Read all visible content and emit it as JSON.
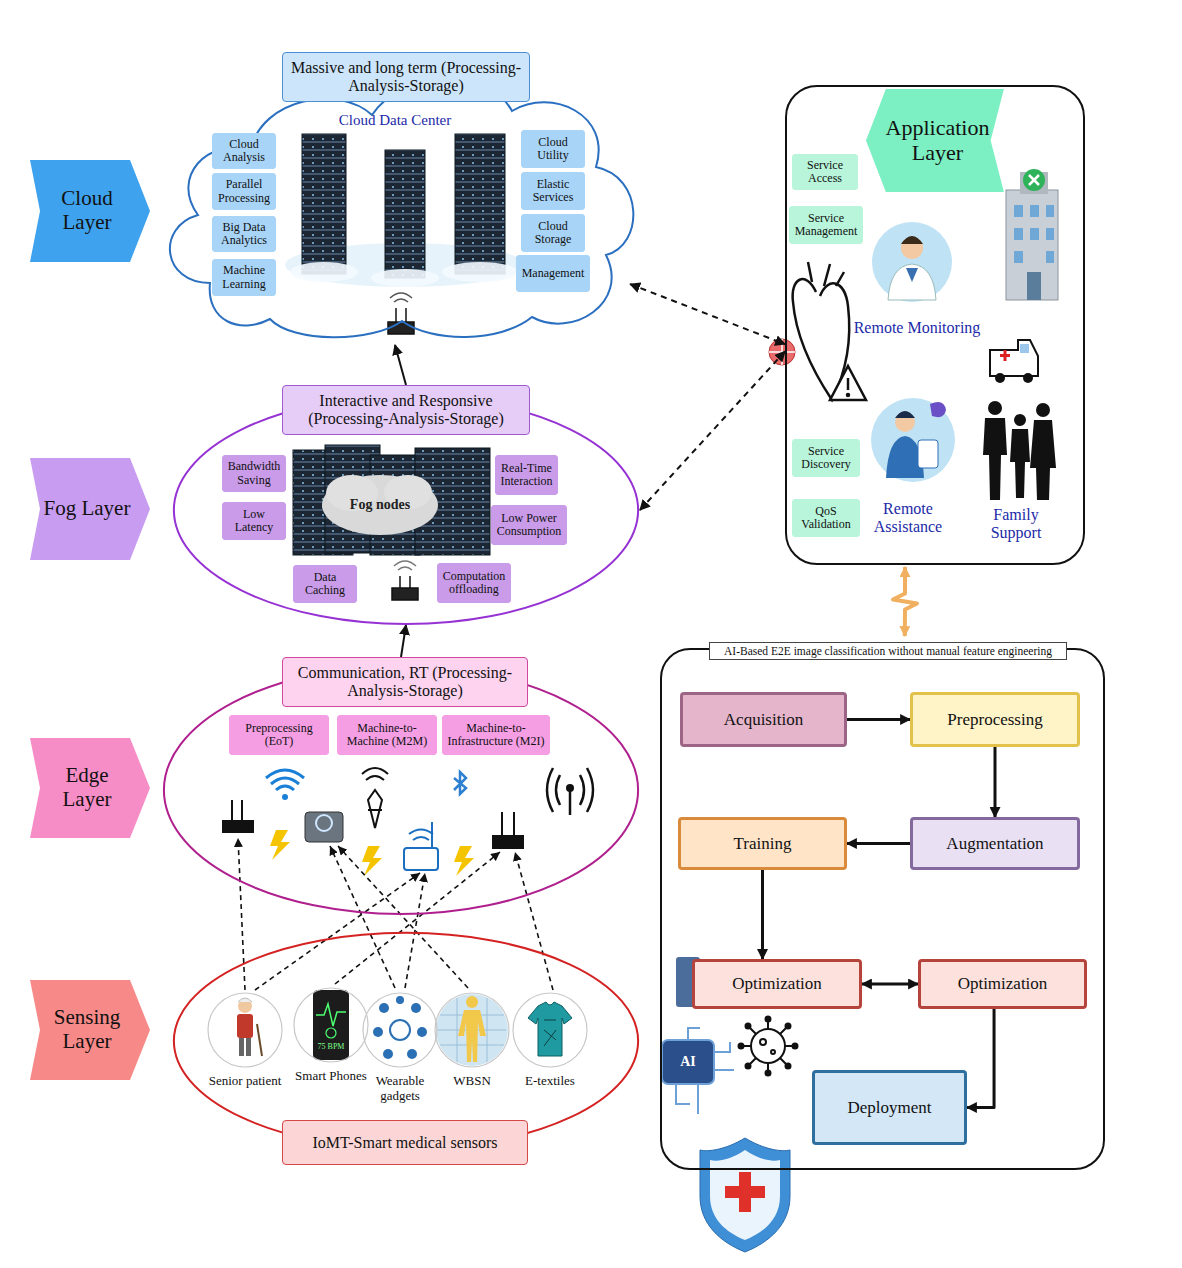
{
  "diagram": {
    "nodes": [
      {
        "text": [
          "Cloud Layer"
        ]
      },
      {
        "text": []
      },
      {
        "text": [
          "Massive and long term (Processing-Analysis-Storage)"
        ],
        "in": 1
      },
      {
        "text": [
          "Cloud Analysis"
        ],
        "in": 1
      },
      {
        "text": [
          "Parallel Processing"
        ],
        "in": 1
      },
      {
        "text": [
          "Big Data Analytics"
        ],
        "in": 1
      },
      {
        "text": [
          "Machine Learning"
        ],
        "in": 1
      },
      {
        "text": [
          "Cloud Utility"
        ],
        "in": 1
      },
      {
        "text": [
          "Elastic Services"
        ],
        "in": 1
      },
      {
        "text": [
          "Cloud Storage"
        ],
        "in": 1
      },
      {
        "text": [
          "Management"
        ],
        "in": 1
      },
      {
        "text": [
          "Fog Layer"
        ]
      },
      {
        "text": []
      },
      {
        "text": [
          "Interactive and Responsive (Processing-Analysis-Storage)"
        ],
        "in": 12
      },
      {
        "text": [
          "Bandwidth Saving"
        ],
        "in": 12
      },
      {
        "text": [
          "Real-Time Interaction"
        ],
        "in": 12
      },
      {
        "text": [
          "Low Latency"
        ],
        "in": 12
      },
      {
        "text": [
          "Low Power Consumption"
        ],
        "in": 12
      },
      {
        "text": [
          "Data Caching"
        ],
        "in": 12
      },
      {
        "text": [
          "Computation offloading"
        ],
        "in": 12
      },
      {
        "text": [
          "Edge Layer"
        ]
      },
      {
        "text": []
      },
      {
        "text": [
          "Communication, RT (Processing-Analysis-Storage)"
        ],
        "in": 21
      },
      {
        "text": [
          "Preprocessing (EoT)"
        ],
        "in": 21
      },
      {
        "text": [
          "Machine-to-Machine (M2M)"
        ],
        "in": 21
      },
      {
        "text": [
          "Machine-to-Infrastructure (M2I)"
        ],
        "in": 21
      },
      {
        "text": [
          "Sensing Layer"
        ]
      },
      {
        "text": []
      },
      {
        "text": [
          "Senior patient"
        ],
        "in": 27
      },
      {
        "text": [
          "Smart Phones"
        ],
        "in": 27
      },
      {
        "text": [
          "Wearable gadgets"
        ],
        "in": 27
      },
      {
        "text": [
          "WBSN"
        ],
        "in": 27
      },
      {
        "text": [
          "E-textiles"
        ],
        "in": 27
      },
      {
        "text": [
          "IoMT-Smart medical sensors"
        ],
        "in": 27
      },
      {
        "text": []
      },
      {
        "text": [
          "Application Layer"
        ],
        "in": 34
      },
      {
        "text": [
          "Service Access"
        ],
        "in": 34
      },
      {
        "text": [
          "Service Management"
        ],
        "in": 34
      },
      {
        "text": [
          "Service Discovery"
        ],
        "in": 34
      },
      {
        "text": [
          "QoS Validation"
        ],
        "in": 34
      },
      {
        "text": []
      },
      {
        "text": [
          "AI-Based E2E image classification without manual feature engineering"
        ],
        "in": 40
      },
      {
        "text": [
          "Acquisition"
        ],
        "in": 40
      },
      {
        "text": [
          "Preprocessing"
        ],
        "in": 40
      },
      {
        "text": [
          "Augmentation"
        ],
        "in": 40
      },
      {
        "text": [
          "Training"
        ],
        "in": 40
      },
      {
        "text": [
          "Optimization"
        ],
        "in": 40
      },
      {
        "text": [
          "Optimization"
        ],
        "in": 40
      },
      {
        "text": [
          "Deployment"
        ],
        "in": 40
      }
    ],
    "edges": [
      {
        "from": 21,
        "to": 12,
        "arrow": "to"
      },
      {
        "from": 12,
        "to": 1,
        "arrow": "to"
      },
      {
        "from": 1,
        "to": 34,
        "arrow": "both"
      },
      {
        "from": 12,
        "to": 34,
        "arrow": "both"
      },
      {
        "from": 34,
        "to": 40,
        "arrow": "both"
      },
      {
        "from": 42,
        "to": 43,
        "arrow": "to"
      },
      {
        "from": 43,
        "to": 44,
        "arrow": "to"
      },
      {
        "from": 44,
        "to": 45,
        "arrow": "to"
      },
      {
        "from": 45,
        "to": 46,
        "arrow": "to"
      },
      {
        "from": 46,
        "to": 47,
        "arrow": "both"
      },
      {
        "from": 47,
        "to": 48,
        "arrow": "to"
      }
    ],
    "labels": [
      "Cloud Data Center",
      "Remote Monitoring",
      "Remote Assistance",
      "Family Support",
      "Fog nodes",
      "75 BPM",
      "AI"
    ]
  }
}
